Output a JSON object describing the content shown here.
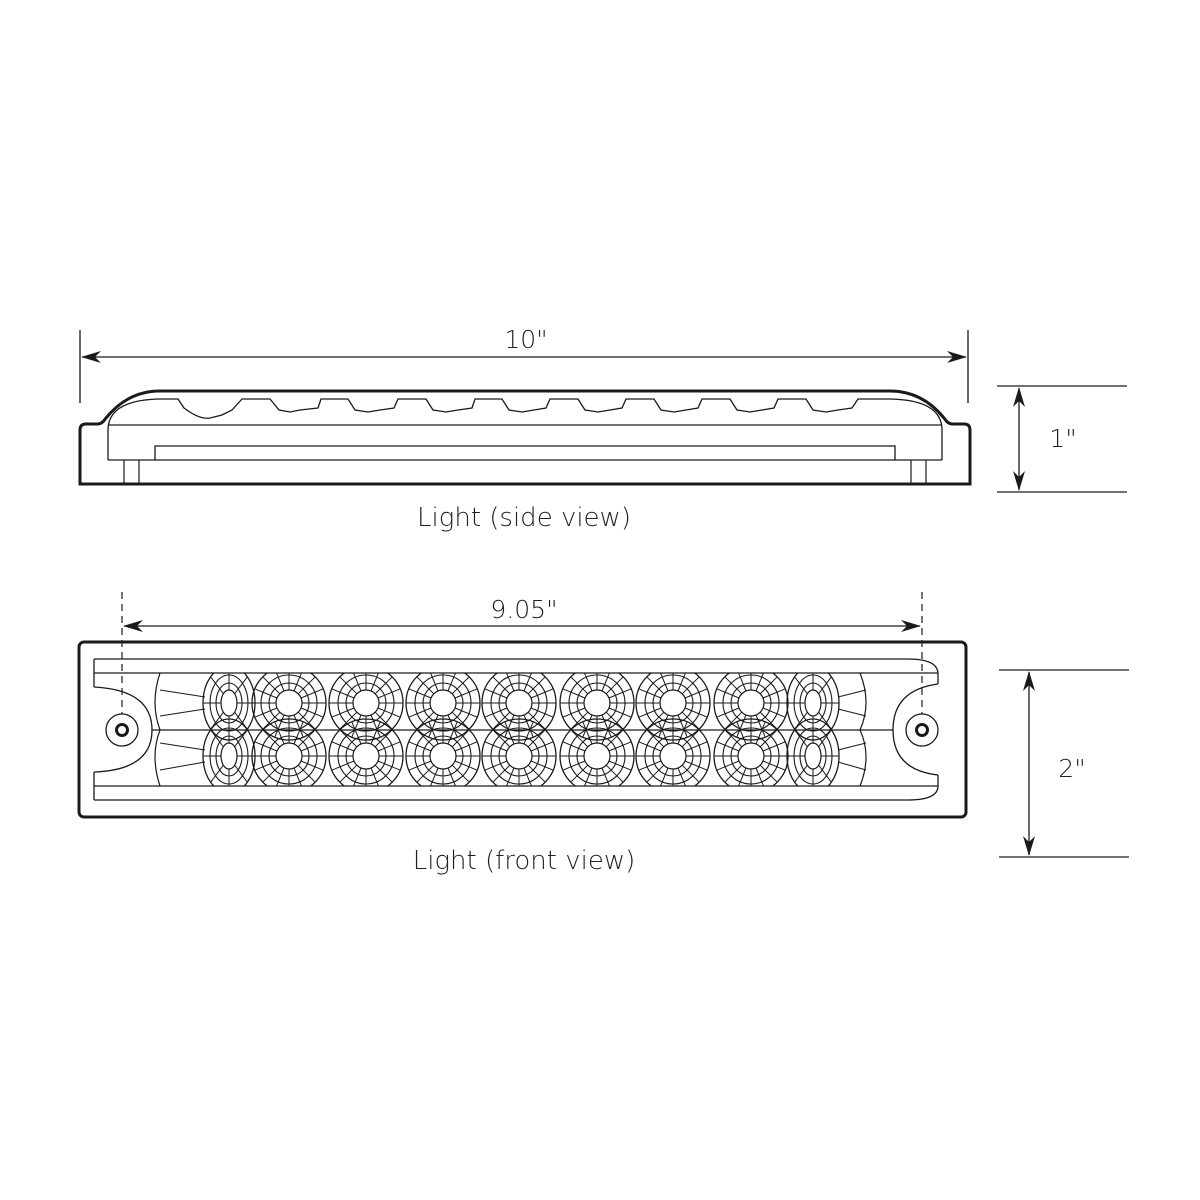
{
  "diagram": {
    "title": "LED light dimension drawing",
    "side_view": {
      "caption": "Light (side view)",
      "length_label": "10\"",
      "height_label": "1\""
    },
    "front_view": {
      "caption": "Light (front view)",
      "hole_spacing_label": "9.05\"",
      "height_label": "2\"",
      "led_columns": 9,
      "led_rows": 2,
      "mounting_holes": 2
    },
    "colors": {
      "line": "#1a1a1a",
      "background": "#ffffff"
    }
  }
}
